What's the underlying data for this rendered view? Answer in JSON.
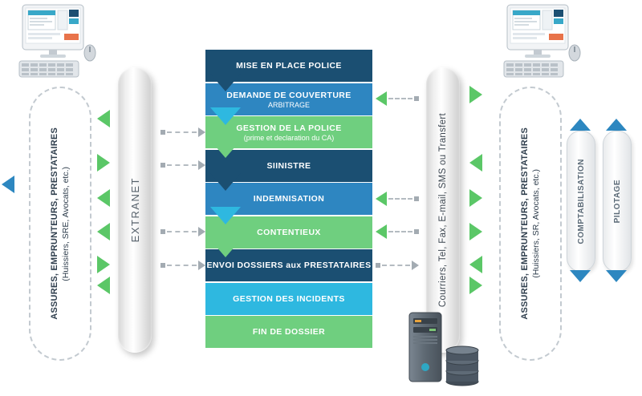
{
  "colors": {
    "dark_navy": "#1b4f72",
    "mid_blue": "#2e86c1",
    "cyan": "#2eb8e0",
    "green": "#6fcf7f",
    "arrow_green": "#5bc767",
    "arrow_blue": "#2d87c0",
    "connector_gray": "#a3abb2"
  },
  "flow_chevrons": [
    "#1b4f72",
    "#2eb8e0",
    "#6fcf7f",
    "#1b4f72",
    "#2eb8e0",
    "#6fcf7f"
  ],
  "left_actor": {
    "line1": "ASSURES, EMPRUNTEURS, PRESTATAIRES",
    "line2": "(Huissiers, SRE, Avocats, etc.)"
  },
  "right_actor": {
    "line1": "ASSURES, EMPRUNTEURS, PRESTATAIRES",
    "line2": "(Huissiers, SR, Avocats, etc.)"
  },
  "extranet": {
    "label": "EXTRANET"
  },
  "channels": {
    "label": "Courriers, Tel, Fax, E-mail, SMS ou Transfert"
  },
  "side_pills": [
    {
      "label": "COMPTABILISATION"
    },
    {
      "label": "PILOTAGE"
    }
  ],
  "steps": [
    {
      "title": "MISE EN PLACE POLICE",
      "color": "#1b4f72"
    },
    {
      "title": "DEMANDE DE COUVERTURE",
      "subtitle": "ARBITRAGE",
      "color": "#2e86c1"
    },
    {
      "title": "GESTION DE LA POLICE",
      "subtitle": "(prime et declaration du CA)",
      "color": "#6fcf7f"
    },
    {
      "title": "SIINISTRE",
      "color": "#1b4f72"
    },
    {
      "title": "INDEMNISATION",
      "color": "#2e86c1"
    },
    {
      "title": "CONTENTIEUX",
      "color": "#6fcf7f"
    },
    {
      "title": "ENVOI DOSSIERS aux PRESTATAIRES",
      "color": "#1b4f72"
    },
    {
      "title": "GESTION DES INCIDENTS",
      "color": "#2eb8e0"
    },
    {
      "title": "FIN DE DOSSIER",
      "color": "#6fcf7f"
    }
  ],
  "icons": {
    "left_workstation": "computer-workstation-icon",
    "right_workstation": "computer-workstation-icon",
    "server": "server-with-databases-icon"
  }
}
